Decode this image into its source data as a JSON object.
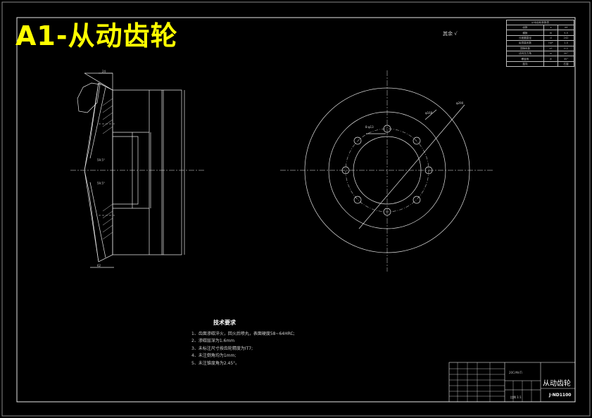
{
  "sheet_title": "A1-从动齿轮",
  "roughness_note": "其余 √",
  "technical_requirements": {
    "title": "技术要求",
    "items": [
      "1、齿面渗碳淬火，回火后喷丸，表面硬度58~64HRC;",
      "2、渗碳层深为1.6mm",
      "3、未标注尺寸按齿轮精度为IT7;",
      "4、未注倒角均为1mm;",
      "5、未注锥度角为2.45°。"
    ]
  },
  "title_block": {
    "part_name": "从动齿轮",
    "drawing_code": "J-ND1100",
    "note": "20CrMnTi",
    "scale": "比例  1:1"
  },
  "param_table": {
    "title": "从动齿轮参数表",
    "rows": [
      [
        "齿数",
        "z",
        "44"
      ],
      [
        "模数",
        "m",
        "5.5"
      ],
      [
        "分度圆直径",
        "d",
        "242"
      ],
      [
        "齿顶高系数",
        "ha*",
        "1.0"
      ],
      [
        "顶隙系数",
        "c*",
        "0.2"
      ],
      [
        "法向压力角",
        "α",
        "20°"
      ],
      [
        "螺旋角",
        "β",
        "35°"
      ],
      [
        "旋向",
        "",
        "右旋"
      ]
    ]
  },
  "dimensions": {
    "bolt_circle": "φ168",
    "outer": "φ290",
    "hole": "φ13",
    "hole_count": "8-φ13",
    "width_top": "24",
    "width_bottom": "62",
    "angle_1": "59.5°",
    "angle_2": "59.5°"
  },
  "colors": {
    "background": "#000000",
    "line": "#e6e6e6",
    "title": "#ffff00",
    "center_line": "#9a9a9a"
  }
}
